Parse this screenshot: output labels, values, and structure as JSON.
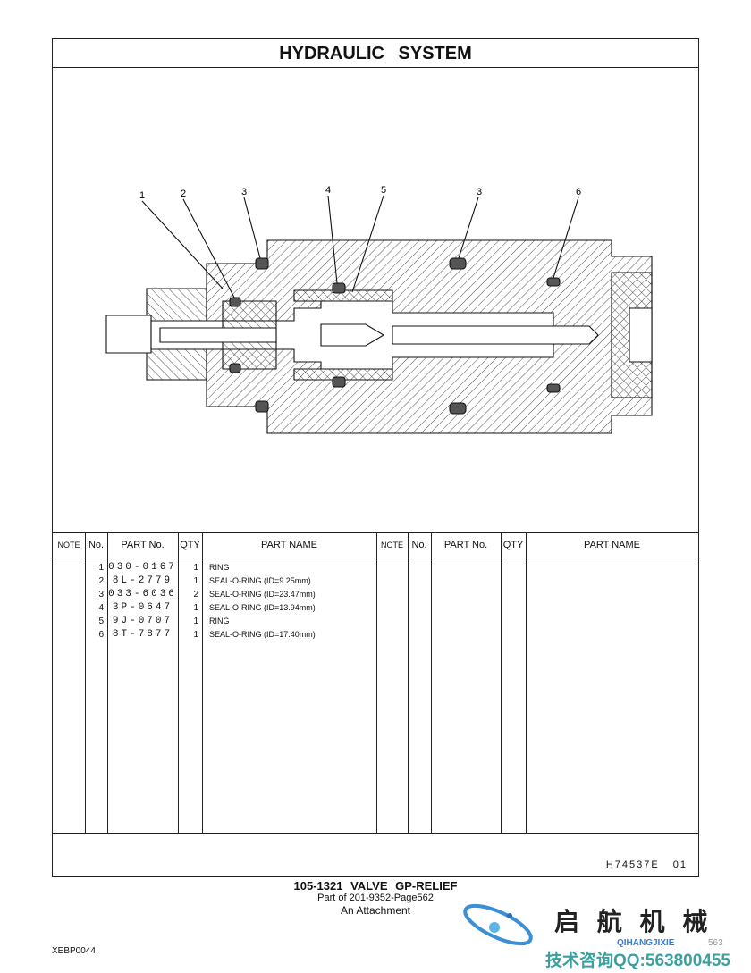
{
  "title": "HYDRAULIC  SYSTEM",
  "callouts": [
    "1",
    "2",
    "3",
    "4",
    "5",
    "3",
    "6"
  ],
  "table": {
    "headers": [
      "NOTE",
      "No.",
      "PART No.",
      "QTY",
      "PART NAME",
      "NOTE",
      "No.",
      "PART No.",
      "QTY",
      "PART NAME"
    ],
    "rows": [
      {
        "no": "1",
        "part_no": "030-0167",
        "qty": "1",
        "name": "RING"
      },
      {
        "no": "2",
        "part_no": "8L-2779",
        "qty": "1",
        "name": "SEAL-O-RING (ID=9.25mm)"
      },
      {
        "no": "3",
        "part_no": "033-6036",
        "qty": "2",
        "name": "SEAL-O-RING (ID=23.47mm)"
      },
      {
        "no": "4",
        "part_no": "3P-0647",
        "qty": "1",
        "name": "SEAL-O-RING (ID=13.94mm)"
      },
      {
        "no": "5",
        "part_no": "9J-0707",
        "qty": "1",
        "name": "RING"
      },
      {
        "no": "6",
        "part_no": "8T-7877",
        "qty": "1",
        "name": "SEAL-O-RING (ID=17.40mm)"
      }
    ]
  },
  "drawing_code": "H74537E   01",
  "caption": {
    "line1": "105-1321  VALVE  GP-RELIEF",
    "line2": "Part of 201-9352-Page562",
    "line3": "An Attachment"
  },
  "doc_id": "XEBP0044",
  "watermark": {
    "brand_cn": "启 航 机 械",
    "brand_en": "QIHANGJIXIE",
    "page": "563",
    "contact": "技术咨询QQ:563800455"
  }
}
